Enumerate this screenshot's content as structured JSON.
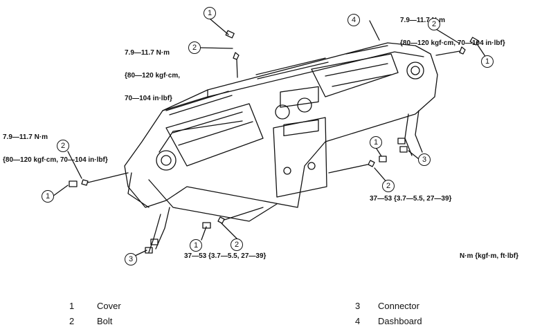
{
  "torque": {
    "top_center": [
      "7.9—11.7 N·m",
      "{80—120 kgf·cm,",
      "70—104 in·lbf}"
    ],
    "top_right": [
      "7.9—11.7 N·m",
      "{80—120 kgf·cm, 70—104 in·lbf}"
    ],
    "left": [
      "7.9—11.7 N·m",
      "{80—120 kgf·cm, 70—104 in·lbf}"
    ],
    "right_mid": "37—53 {3.7—5.5, 27—39}",
    "bottom_center": "37—53 {3.7—5.5, 27—39}"
  },
  "callouts": {
    "c1": "1",
    "c2": "2",
    "c3": "3",
    "c4": "4"
  },
  "unit_note": "N·m {kgf·m, ft·lbf}",
  "legend": [
    {
      "num": "1",
      "label": "Cover"
    },
    {
      "num": "2",
      "label": "Bolt"
    },
    {
      "num": "3",
      "label": "Connector"
    },
    {
      "num": "4",
      "label": "Dashboard"
    }
  ]
}
